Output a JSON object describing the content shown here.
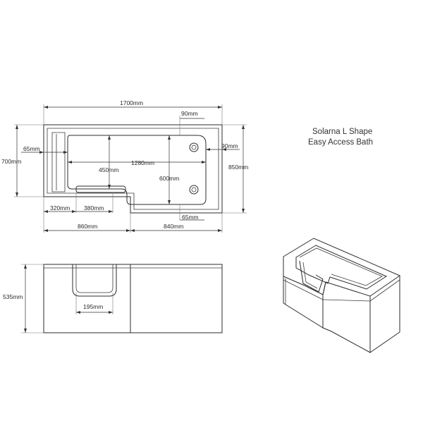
{
  "title": {
    "line1": "Solarna L Shape",
    "line2": "Easy Access Bath"
  },
  "dimensions": {
    "overall_length": "1700mm",
    "width_narrow": "700mm",
    "width_wide": "850mm",
    "edge_left": "65mm",
    "edge_top_right": "90mm",
    "edge_right": "90mm",
    "edge_bottom_right": "65mm",
    "inner_length": "1280mm",
    "inner_width_left": "450mm",
    "inner_width_right": "600mm",
    "door_seat_offset": "320mm",
    "door_seat_width": "380mm",
    "base_left": "860mm",
    "base_right": "840mm",
    "height": "535mm",
    "door_bottom_width": "195mm"
  },
  "colors": {
    "line": "#2b2b2b",
    "background": "#ffffff"
  }
}
